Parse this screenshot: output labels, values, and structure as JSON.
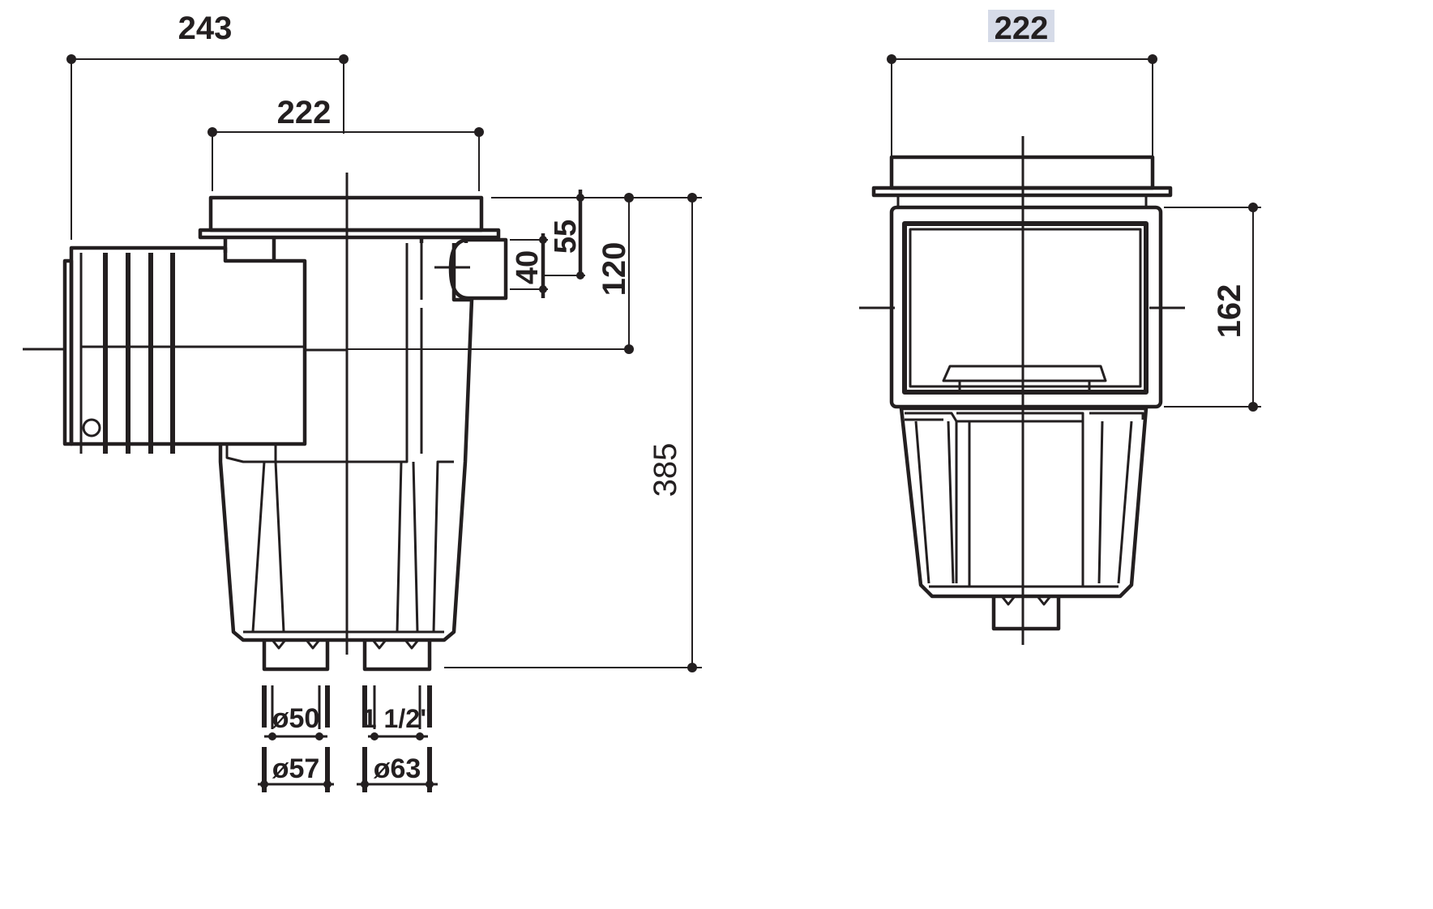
{
  "side_view": {
    "dim_overall_width": "243",
    "dim_mouth_width": "222",
    "dim_overall_height": "385",
    "dim_inlet_to_axis": "120",
    "dim_rim_to_inlet": "55",
    "dim_inlet_diameter": "40",
    "outlet_left_inner": "ø50",
    "outlet_left_outer": "ø57",
    "outlet_right_inner": "1 1/2\"",
    "outlet_right_outer": "ø63"
  },
  "front_view": {
    "dim_width": "222",
    "dim_opening_height": "162",
    "highlight_color": "#d6dbe8"
  },
  "colors": {
    "line": "#231f20",
    "background": "#ffffff"
  }
}
